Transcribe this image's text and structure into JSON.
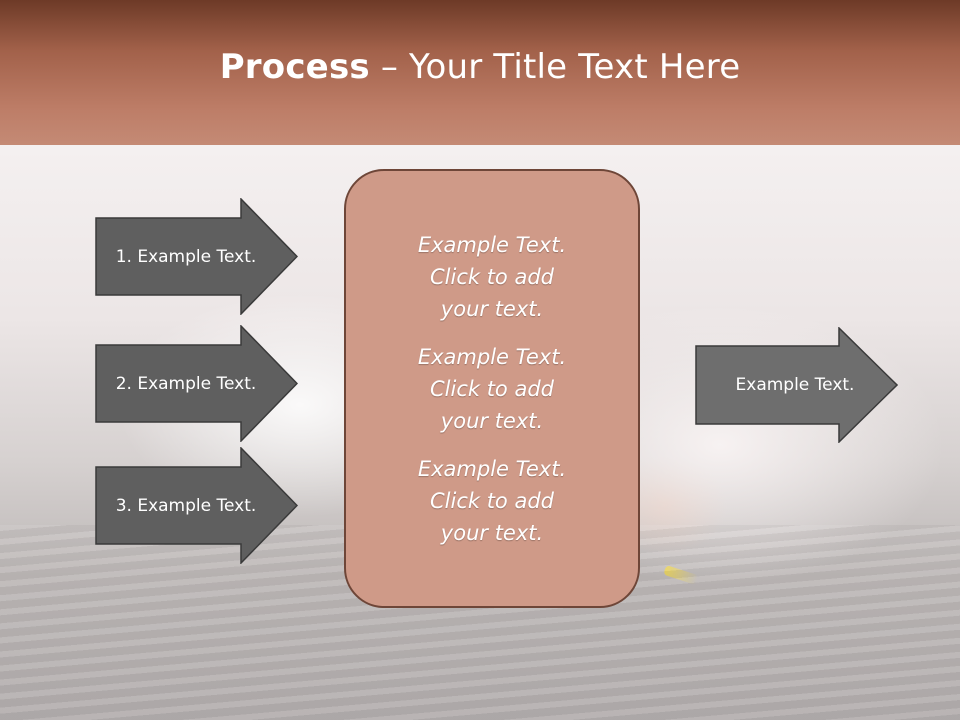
{
  "slide": {
    "title_bold": "Process",
    "title_rest": " – Your Title Text Here"
  },
  "left_arrows": [
    {
      "label": "1. Example Text."
    },
    {
      "label": "2. Example Text."
    },
    {
      "label": "3. Example Text."
    }
  ],
  "center_box": {
    "blocks": [
      "Example Text.\nClick  to add\nyour text.",
      "Example Text.\nClick  to add\nyour text.",
      "Example Text.\nClick  to add\nyour text."
    ]
  },
  "right_arrow": {
    "label": "Example Text."
  },
  "colors": {
    "header": "#a2614a",
    "left_arrow_fill": "#5f5f5f",
    "right_arrow_fill": "#6e6e6e",
    "center_box_fill": "#cf9a88"
  }
}
